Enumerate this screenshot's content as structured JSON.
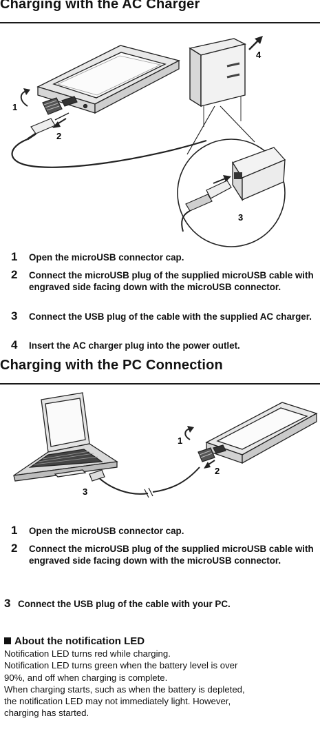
{
  "sections": {
    "ac": {
      "title": "Charging with the AC Charger",
      "callouts": [
        "1",
        "2",
        "3",
        "4"
      ],
      "steps": [
        {
          "num": "1",
          "text": "Open the microUSB connector cap."
        },
        {
          "num": "2",
          "text": "Connect the microUSB plug of the supplied microUSB cable with engraved side facing down with the microUSB connector."
        },
        {
          "num": "3",
          "text": "Connect the USB plug of the cable with the supplied AC charger."
        },
        {
          "num": "4",
          "text": "Insert the AC charger plug into the power outlet."
        }
      ]
    },
    "pc": {
      "title": "Charging with the PC Connection",
      "callouts": [
        "1",
        "2",
        "3"
      ],
      "steps": [
        {
          "num": "1",
          "text": "Open the microUSB connector cap."
        },
        {
          "num": "2",
          "text": "Connect the microUSB plug of the supplied microUSB cable with engraved side facing down with the microUSB connector."
        },
        {
          "num": "3",
          "text": "Connect the USB plug of the cable with your PC."
        }
      ]
    }
  },
  "note": {
    "heading": "About the notification LED",
    "lines": [
      "Notification LED turns red while charging.",
      "Notification LED turns green when the battery level is over",
      "90%, and off when charging is complete.",
      "When charging starts, such as when the battery is depleted,",
      "the notification LED may not immediately light. However,",
      "charging has started."
    ]
  }
}
